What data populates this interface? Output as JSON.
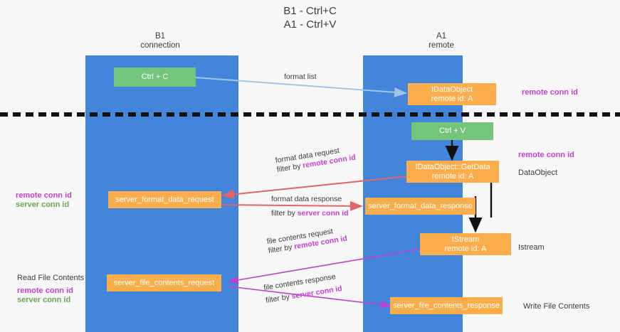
{
  "title": {
    "line1": "B1 - Ctrl+C",
    "line2": "A1 - Ctrl+V"
  },
  "lanes": [
    {
      "id": "b1",
      "name": "B1",
      "role": "connection"
    },
    {
      "id": "a1",
      "name": "A1",
      "role": "remote"
    }
  ],
  "boxes": {
    "ctrl_c": {
      "line1": "Ctrl + C",
      "line2": ""
    },
    "idataobject": {
      "line1": "IDataObject",
      "line2": "remote id: A"
    },
    "ctrl_v": {
      "line1": "Ctrl + V",
      "line2": ""
    },
    "getdata": {
      "line1": "IDataObject::GetData",
      "line2": "remote id: A"
    },
    "fmt_req": {
      "line1": "server_format_data_request",
      "line2": ""
    },
    "fmt_resp": {
      "line1": "server_format_data_response",
      "line2": ""
    },
    "istream": {
      "line1": "IStream",
      "line2": "remote id: A"
    },
    "file_req": {
      "line1": "server_file_contents_request",
      "line2": ""
    },
    "file_resp": {
      "line1": "server_file_contents_response",
      "line2": ""
    }
  },
  "edge_labels": {
    "format_list": {
      "main": "format list",
      "filter_prefix": "",
      "filter_key": ""
    },
    "format_data_request": {
      "main": "format data request",
      "filter_prefix": "filter by ",
      "filter_key": "remote conn id"
    },
    "format_data_response": {
      "main": "format data response",
      "filter_prefix": "filter by ",
      "filter_key": "server conn id"
    },
    "file_contents_request": {
      "main": "file contents request",
      "filter_prefix": "filter by ",
      "filter_key": "remote conn id"
    },
    "file_contents_response": {
      "main": "file contents response",
      "filter_prefix": "filter by ",
      "filter_key": "server conn id"
    }
  },
  "annotations": {
    "right_remote_conn_id_top": "remote conn id",
    "right_remote_conn_id_mid": "remote conn id",
    "right_dataobject": "DataObject",
    "right_istream": "Istream",
    "right_write_file_contents": "Write File Contents",
    "left_remote_conn_id_mid": "remote conn id",
    "left_server_conn_id_mid": "server conn id",
    "left_read_file_contents": "Read File Contents",
    "left_remote_conn_id_bot": "remote conn id",
    "left_server_conn_id_bot": "server conn id"
  },
  "colors": {
    "lane": "#4285db",
    "green_box": "#74c47c",
    "orange_box": "#fbad4b",
    "magenta": "#c23fd0",
    "green_text": "#6aa84f",
    "arrow_blue": "#9fc5e8",
    "arrow_red": "#e06666",
    "arrow_magenta": "#c23fd0",
    "arrow_black": "#000000",
    "divider": "#000000",
    "background": "#f7f7f7"
  }
}
